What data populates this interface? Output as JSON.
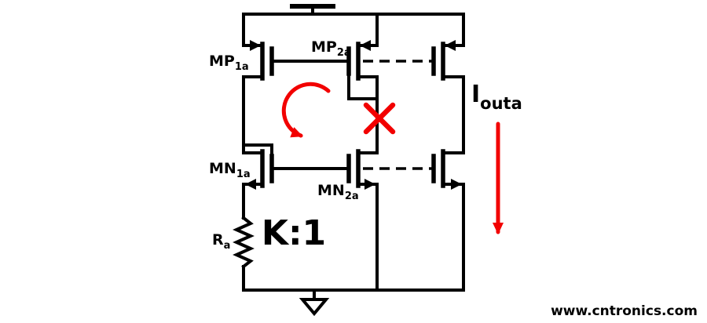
{
  "colors": {
    "ink": "#000000",
    "annotation_red": "#f20000",
    "watermark_green": "#8cc63f"
  },
  "labels": {
    "mp1a": {
      "name": "MP",
      "sub": "1a"
    },
    "mp2a": {
      "name": "MP",
      "sub": "2a"
    },
    "mn1a": {
      "name": "MN",
      "sub": "1a"
    },
    "mn2a": {
      "name": "MN",
      "sub": "2a"
    },
    "ra": {
      "name": "R",
      "sub": "a"
    },
    "ratio": "K:1",
    "iout": {
      "name": "I",
      "sub": "outa"
    }
  },
  "watermark": "www.cntronics.com"
}
